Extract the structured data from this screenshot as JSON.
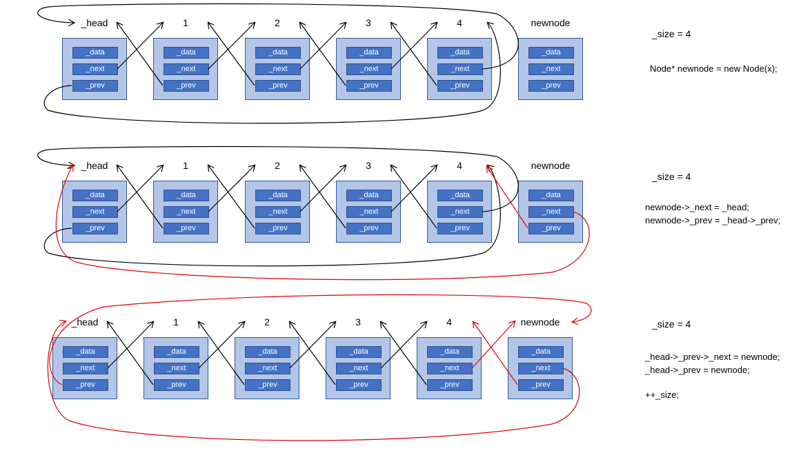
{
  "node_labels": [
    "_head",
    "1",
    "2",
    "3",
    "4",
    "newnode"
  ],
  "fields": {
    "data": "_data",
    "next": "_next",
    "prev": "_prev"
  },
  "colors": {
    "node_fill": "#b4c6e7",
    "field_fill": "#4472c4",
    "black_link": "#000000",
    "red_link": "#e00000"
  },
  "panels": [
    {
      "size_text": "_size = 4",
      "code_lines": [
        "Node* newnode = new Node(x);"
      ]
    },
    {
      "size_text": "_size = 4",
      "code_lines": [
        "newnode->_next = _head;",
        "newnode->_prev = _head->_prev;"
      ]
    },
    {
      "size_text": "_size = 4",
      "code_lines": [
        "_head->_prev->_next = newnode;",
        "_head->_prev = newnode;",
        "",
        "++_size;"
      ]
    }
  ]
}
